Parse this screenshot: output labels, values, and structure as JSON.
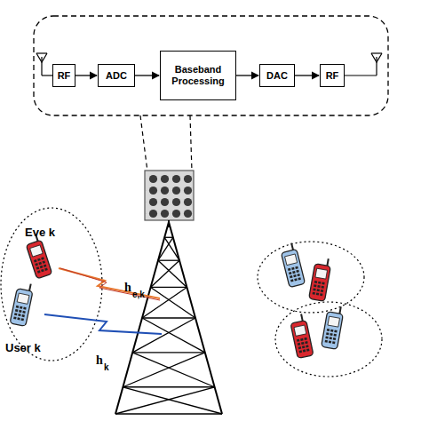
{
  "diagram": {
    "nodes": [
      {
        "text": [
          "RF"
        ]
      },
      {
        "text": [
          "ADC"
        ]
      },
      {
        "text": [
          "Baseband Processing"
        ]
      },
      {
        "text": [
          "DAC"
        ]
      },
      {
        "text": [
          "RF"
        ]
      }
    ],
    "edges": [
      {
        "from": 0,
        "to": 1,
        "arrow": "to"
      },
      {
        "from": 1,
        "to": 2,
        "arrow": "to"
      },
      {
        "from": 2,
        "to": 3,
        "arrow": "to"
      },
      {
        "from": 3,
        "to": 4,
        "arrow": "to"
      }
    ],
    "labels": [
      "Eve k",
      "User k",
      "h",
      "e,k",
      "h",
      "k"
    ]
  }
}
